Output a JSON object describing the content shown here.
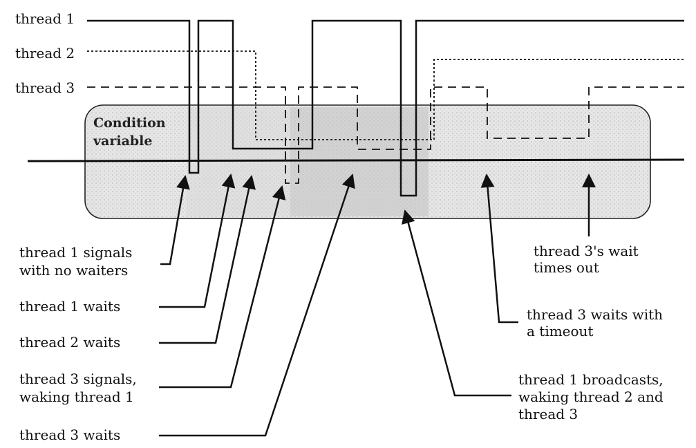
{
  "threads": [
    {
      "key": "t1",
      "label": "thread 1"
    },
    {
      "key": "t2",
      "label": "thread 2"
    },
    {
      "key": "t3",
      "label": "thread 3"
    }
  ],
  "condition_box": {
    "label_line1": "Condition",
    "label_line2": "variable"
  },
  "events": {
    "t1_signal_no_waiters": [
      "thread 1 signals",
      "with no waiters"
    ],
    "t1_waits": [
      "thread 1 waits"
    ],
    "t2_waits": [
      "thread 2 waits"
    ],
    "t3_signals": [
      "thread 3 signals,",
      "waking thread 1"
    ],
    "t3_waits": [
      "thread 3 waits"
    ],
    "t3_timeout": [
      "thread 3's wait",
      "times out"
    ],
    "t3_waits_timeout": [
      "thread 3 waits with",
      "a timeout"
    ],
    "t1_broadcast": [
      "thread 1 broadcasts,",
      "waking thread 2 and",
      "thread 3"
    ]
  }
}
